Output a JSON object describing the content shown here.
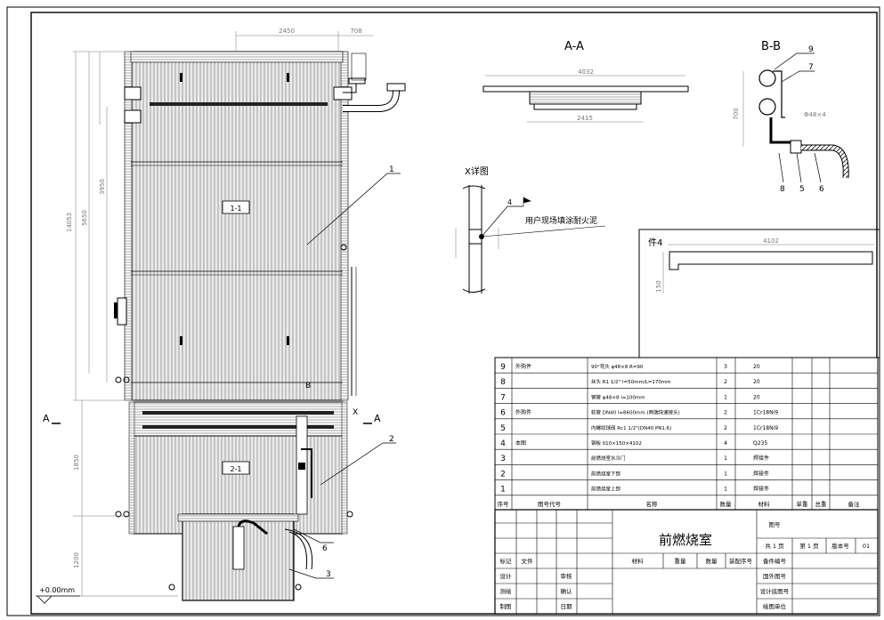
{
  "views": {
    "section_aa": "A-A",
    "section_bb": "B-B",
    "detail_x": "X详图",
    "part4_view": "件4",
    "marker_a": "A",
    "marker_b": "B",
    "marker_x": "X"
  },
  "callouts": {
    "c1": "1",
    "c2": "2",
    "c3": "3",
    "c4": "4",
    "c5": "5",
    "c6": "6",
    "c7": "7",
    "c8": "8",
    "c9": "9"
  },
  "notes": {
    "fireclay": "用户现场填涂耐火泥"
  },
  "level_mark": "+0.00mm",
  "section_labels": {
    "upper": "1-1",
    "lower": "2-1"
  },
  "dimensions": {
    "top_width": "2450",
    "top_right": "708",
    "aa_width": "4032",
    "aa_inner": "2415",
    "bb_pipe": "Φ48×4",
    "bb_height": "700",
    "part4_length": "4102",
    "part4_height": "150",
    "height_total": "14053",
    "height_a": "5650",
    "height_b": "3950",
    "height_c": "1850",
    "height_d": "1200"
  },
  "bom": {
    "headers": [
      "序号",
      "图号代号",
      "名称",
      "数量",
      "材料",
      "单重",
      "总重",
      "备注"
    ],
    "rows": [
      {
        "no": "9",
        "code": "外购件",
        "name": "90°弯头  φ48×8  R=90",
        "qty": "3",
        "mat": "20"
      },
      {
        "no": "8",
        "code": "",
        "name": "丝头  R1 1/2\"  l=50mm/L=170mm",
        "qty": "2",
        "mat": "20"
      },
      {
        "no": "7",
        "code": "",
        "name": "钢管  φ48×8  l=100mm",
        "qty": "1",
        "mat": "20"
      },
      {
        "no": "6",
        "code": "外购件",
        "name": "软管  DN40  l=8600mm  (两端快速接头)",
        "qty": "2",
        "mat": "1Cr18Ni9"
      },
      {
        "no": "5",
        "code": "",
        "name": "内螺纹球阀  Rc1 1/2\"(DN40 PN1.6)",
        "qty": "2",
        "mat": "1Cr18Ni9"
      },
      {
        "no": "4",
        "code": "本图",
        "name": "钢板  δ10×150×4102",
        "qty": "4",
        "mat": "Q235"
      },
      {
        "no": "3",
        "code": "",
        "name": "前燃烧室水冷门",
        "qty": "1",
        "mat": "焊接件"
      },
      {
        "no": "2",
        "code": "",
        "name": "前燃烧室下部",
        "qty": "1",
        "mat": "焊接件"
      },
      {
        "no": "1",
        "code": "",
        "name": "前燃烧室上部",
        "qty": "1",
        "mat": "焊接件"
      }
    ]
  },
  "title_block": {
    "title": "前燃烧室",
    "drawing_no": "图号",
    "sheets": "共 1 页",
    "sheet_no": "第 1 页",
    "version_label": "版本号",
    "version": "01",
    "material": "材料",
    "weight": "重量",
    "quantity": "数量",
    "assembly_seq": "装配序号",
    "part_no": "备件编号",
    "foreign_no": "国外图号",
    "design_base_no": "设计底图号",
    "drawing_unit": "绘图单位",
    "mark": "标记",
    "doc": "文件",
    "design": "设计",
    "review": "审核",
    "draw": "测绘",
    "confirm": "确认",
    "make": "制图",
    "date": "日期"
  }
}
